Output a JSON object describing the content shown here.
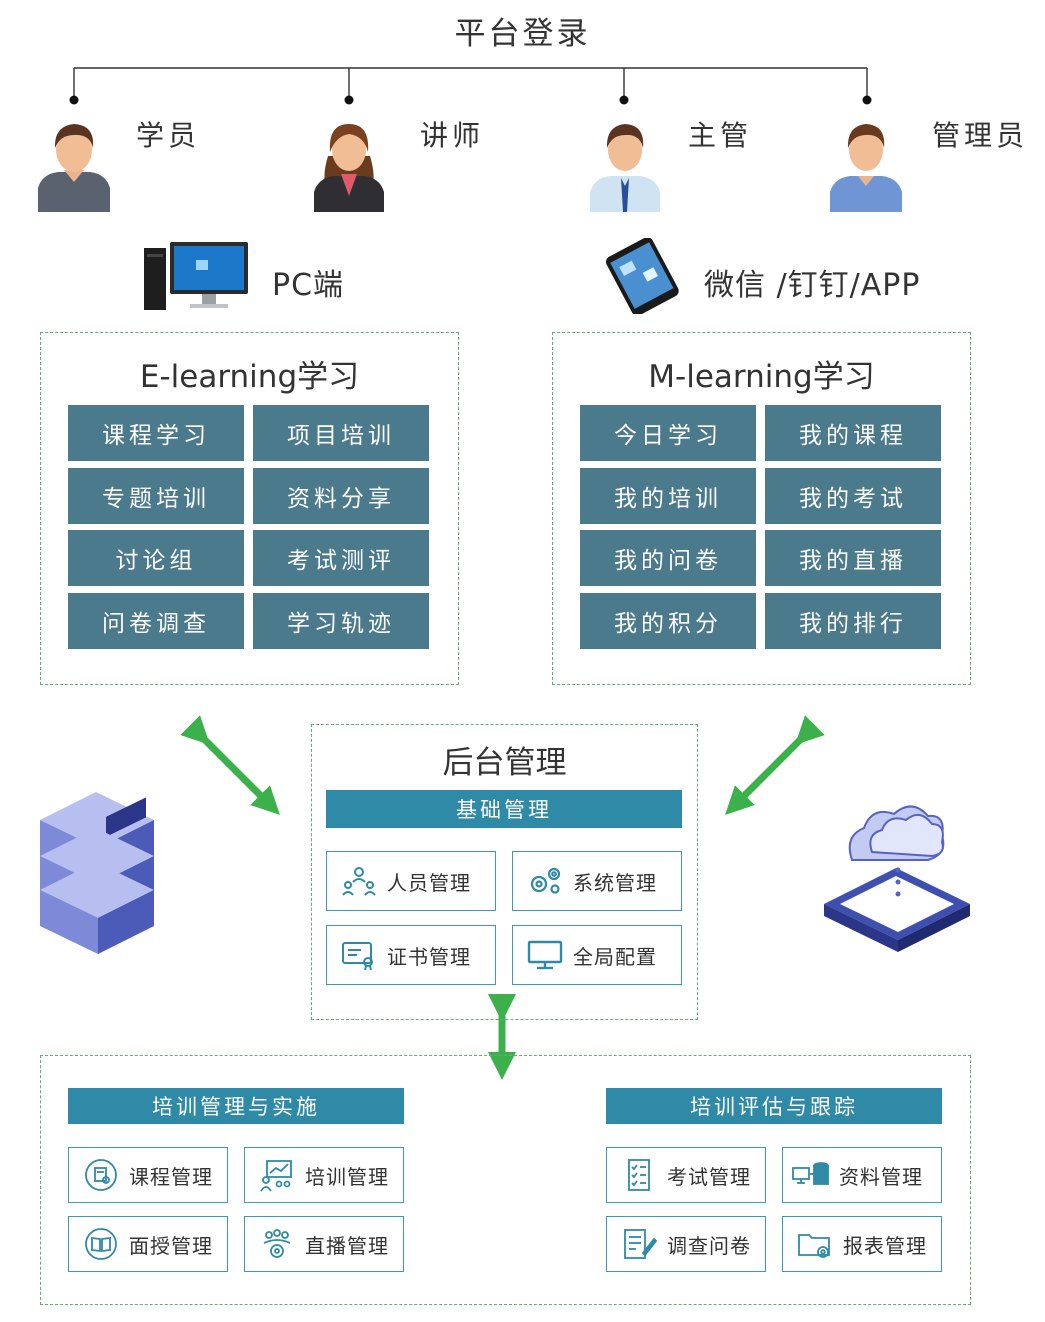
{
  "header": {
    "title": "平台登录"
  },
  "roles": [
    {
      "label": "学员",
      "icon": "male-student-avatar-icon"
    },
    {
      "label": "讲师",
      "icon": "female-lecturer-avatar-icon"
    },
    {
      "label": "主管",
      "icon": "supervisor-avatar-icon"
    },
    {
      "label": "管理员",
      "icon": "administrator-avatar-icon"
    }
  ],
  "platforms": {
    "pc": {
      "label": "PC端",
      "icon": "desktop-computer-icon"
    },
    "mobile": {
      "label": "微信 /钉钉/APP",
      "icon": "smartphone-icon"
    }
  },
  "elearning": {
    "title": "E-learning学习",
    "items": [
      "课程学习",
      "项目培训",
      "专题培训",
      "资料分享",
      "讨论组",
      "考试测评",
      "问卷调查",
      "学习轨迹"
    ]
  },
  "mlearning": {
    "title": "M-learning学习",
    "items": [
      "今日学习",
      "我的课程",
      "我的培训",
      "我的考试",
      "我的问卷",
      "我的直播",
      "我的积分",
      "我的排行"
    ]
  },
  "backend": {
    "title": "后台管理",
    "bar_label": "基础管理",
    "cards": [
      {
        "label": "人员管理",
        "icon": "people-org-icon"
      },
      {
        "label": "系统管理",
        "icon": "gears-icon"
      },
      {
        "label": "证书管理",
        "icon": "certificate-icon"
      },
      {
        "label": "全局配置",
        "icon": "monitor-icon"
      }
    ]
  },
  "bottom": {
    "left": {
      "bar_label": "培训管理与实施",
      "cards": [
        {
          "label": "课程管理",
          "icon": "course-circle-icon"
        },
        {
          "label": "培训管理",
          "icon": "training-chart-icon"
        },
        {
          "label": "面授管理",
          "icon": "book-circle-icon"
        },
        {
          "label": "直播管理",
          "icon": "live-group-icon"
        }
      ]
    },
    "right": {
      "bar_label": "培训评估与跟踪",
      "cards": [
        {
          "label": "考试管理",
          "icon": "exam-checklist-icon"
        },
        {
          "label": "资料管理",
          "icon": "database-icon"
        },
        {
          "label": "调查问卷",
          "icon": "survey-pen-icon"
        },
        {
          "label": "报表管理",
          "icon": "report-folder-icon"
        }
      ]
    }
  },
  "decor": {
    "server_icon": "server-stack-icon",
    "cloud_icon": "cloud-platform-icon"
  },
  "colors": {
    "tile": "#4a7a8c",
    "bar": "#2e8aa6",
    "arrow": "#3cb04a",
    "dashed": "#5fae7d",
    "card_border": "#3d9bb6"
  }
}
